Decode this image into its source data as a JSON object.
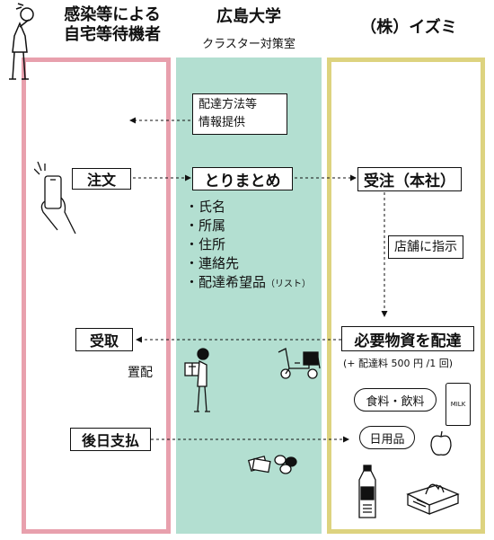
{
  "header": {
    "left_title": "感染等による\n自宅等待機者",
    "mid_title": "広島大学",
    "mid_subtitle": "クラスター対策室",
    "right_title": "（株）イズミ"
  },
  "mid": {
    "info_box": "配達方法等\n情報提供",
    "collect_box": "とりまとめ",
    "items": [
      "・氏名",
      "・所属",
      "・住所",
      "・連絡先"
    ],
    "item_last": "・配達希望品",
    "item_last_note": "（リスト）"
  },
  "left": {
    "order_box": "注文",
    "receive_box": "受取",
    "drop_label": "置配",
    "pay_box": "後日支払"
  },
  "right": {
    "accept_box": "受注（本社）",
    "instruct_box": "店舗に指示",
    "deliver_box": "必要物資を配達",
    "fee_note": "(+ 配達料 500 円 /1 回)",
    "food_oval": "食料・飲料",
    "daily_oval": "日用品",
    "milk_label": "MILK"
  },
  "colors": {
    "left_border": "#e8a0ad",
    "mid_fill": "#b3dfd1",
    "right_border": "#ddd37f"
  }
}
